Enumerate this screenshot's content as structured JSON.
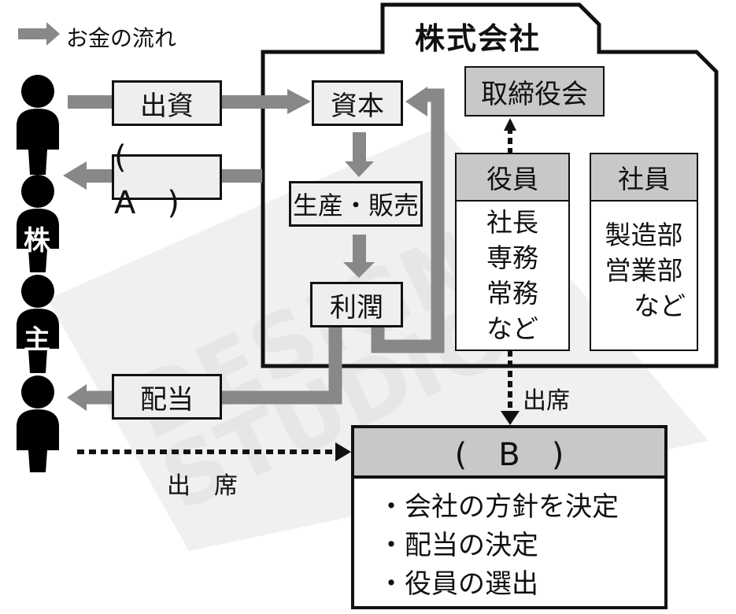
{
  "legend": {
    "icon": "gray-arrow-right-icon",
    "label": "お金の流れ"
  },
  "company": {
    "title": "株式会社",
    "flow": {
      "capital": "資本",
      "production_sales": "生産・販売",
      "profit": "利潤"
    },
    "board": "取締役会",
    "officers": {
      "title": "役員",
      "items": [
        "社長",
        "専務",
        "常務",
        "など"
      ]
    },
    "employees": {
      "title": "社員",
      "items": [
        "製造部",
        "営業部",
        "など"
      ]
    }
  },
  "shareholders": {
    "label_chars": [
      "株",
      "主"
    ],
    "figure_count": 4
  },
  "money_flows": {
    "investment": "出資",
    "blank_a": "(　A　)",
    "dividend": "配当"
  },
  "attendance": {
    "from_shareholders": "出　席",
    "from_officers": "出席"
  },
  "meeting": {
    "title": "(　B　)",
    "items": [
      "・会社の方針を決定",
      "・配当の決定",
      "・役員の選出"
    ]
  },
  "watermark": {
    "line1": "DESIGN",
    "line2": "STUDIO"
  },
  "colors": {
    "flow_arrow": "#888888",
    "box_light": "#eeeeee",
    "box_mid": "#c8c8c8",
    "outline": "#111111"
  }
}
